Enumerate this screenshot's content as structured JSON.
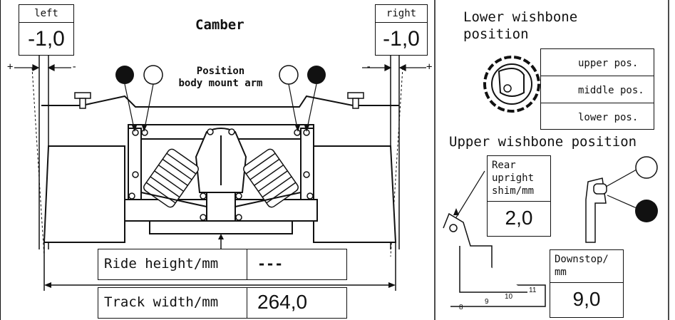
{
  "camber": {
    "title": "Camber",
    "left_label": "left",
    "left_value": "-1,0",
    "right_label": "right",
    "right_value": "-1,0",
    "plus": "+",
    "minus": "-"
  },
  "body_mount": {
    "line1": "Position",
    "line2": "body mount arm"
  },
  "lower_wishbone": {
    "title_line1": "Lower wishbone",
    "title_line2": "position",
    "options": [
      "upper pos.",
      "middle pos.",
      "lower pos."
    ],
    "selected_index": 2
  },
  "upper_wishbone": {
    "title": "Upper wishbone position",
    "shim_label_lines": [
      "Rear",
      "upright",
      "shim/mm"
    ],
    "shim_value": "2,0",
    "downstop_label_lines": [
      "Downstop/",
      "mm"
    ],
    "downstop_value": "9,0",
    "hole_numbers": [
      "8",
      "9",
      "10",
      "11"
    ]
  },
  "ride_height": {
    "label": "Ride height/mm",
    "value": "---"
  },
  "track_width": {
    "label": "Track width/mm",
    "value": "264,0"
  }
}
